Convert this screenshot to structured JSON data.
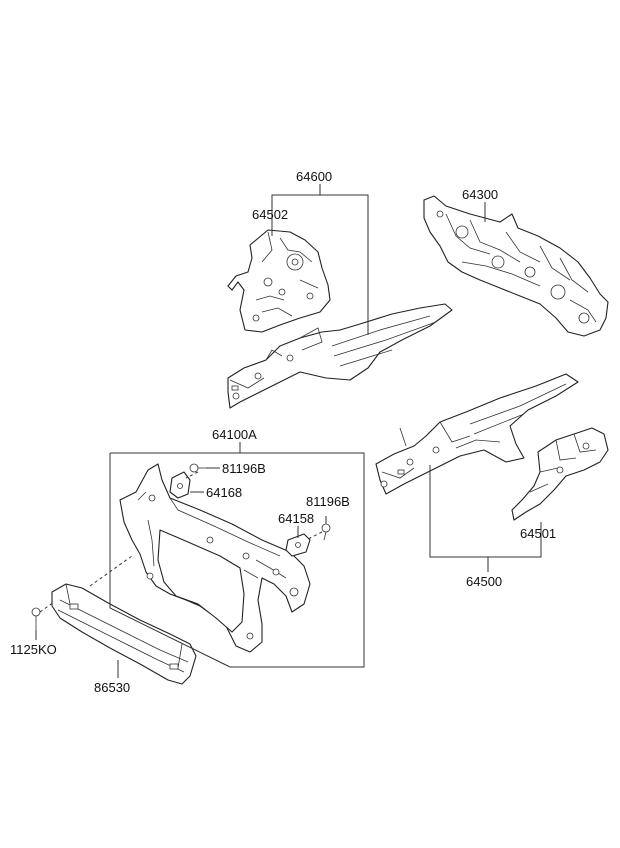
{
  "labels": {
    "p64600": "64600",
    "p64502": "64502",
    "p64300": "64300",
    "p64100a": "64100A",
    "p81196b_top": "81196B",
    "p64168": "64168",
    "p81196b_right": "81196B",
    "p64158": "64158",
    "p64501": "64501",
    "p64500": "64500",
    "p1125ko": "1125KO",
    "p86530": "86530"
  }
}
